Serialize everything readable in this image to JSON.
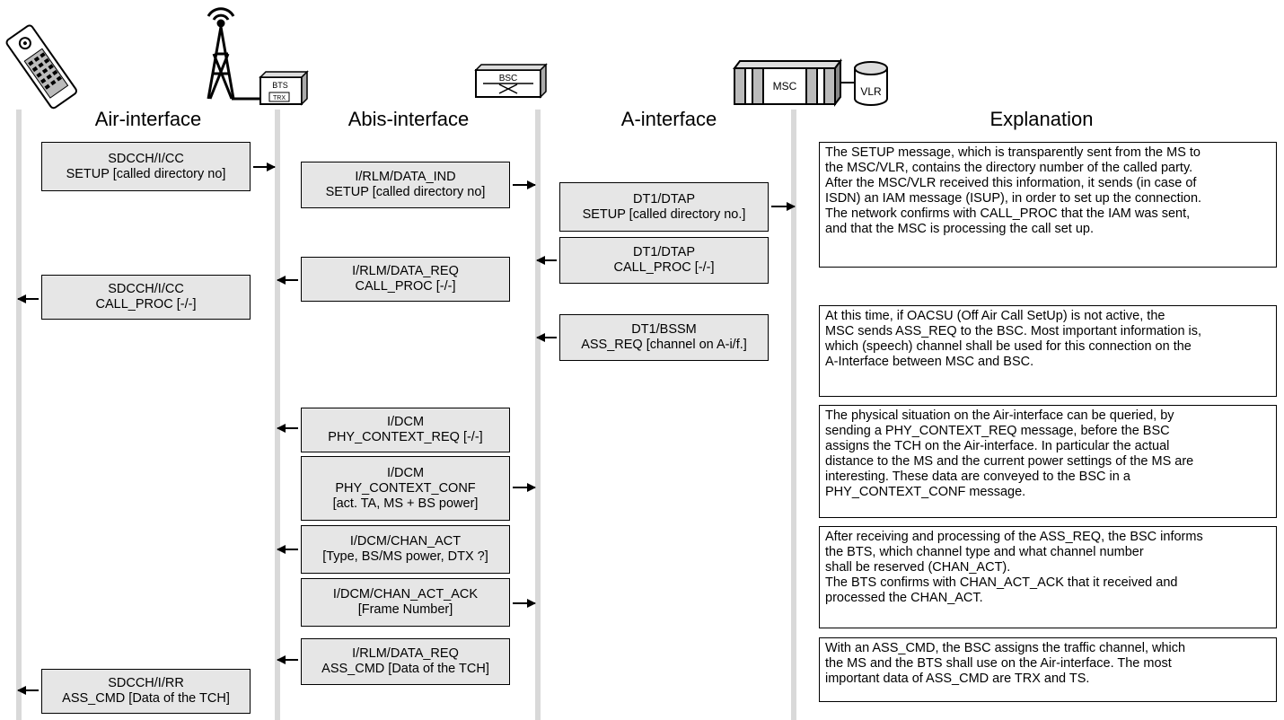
{
  "equipment": {
    "bts_label": "BTS",
    "trx_label": "TRX",
    "bsc_label": "BSC",
    "msc_label": "MSC",
    "vlr_label": "VLR"
  },
  "columns": {
    "air": "Air-interface",
    "abis": "Abis-interface",
    "a": "A-interface",
    "explanation": "Explanation"
  },
  "messages": {
    "air_setup": [
      "SDCCH/I/CC",
      "SETUP [called directory no]"
    ],
    "abis_setup": [
      "I/RLM/DATA_IND",
      "SETUP [called directory no]"
    ],
    "a_setup": [
      "DT1/DTAP",
      "SETUP [called directory no.]"
    ],
    "a_callproc": [
      "DT1/DTAP",
      "CALL_PROC [-/-]"
    ],
    "abis_callproc": [
      "I/RLM/DATA_REQ",
      "CALL_PROC [-/-]"
    ],
    "air_callproc": [
      "SDCCH/I/CC",
      "CALL_PROC [-/-]"
    ],
    "a_assreq": [
      "DT1/BSSM",
      "ASS_REQ [channel on A-i/f.]"
    ],
    "abis_phyreq": [
      "I/DCM",
      "PHY_CONTEXT_REQ [-/-]"
    ],
    "abis_phyconf": [
      "I/DCM",
      "PHY_CONTEXT_CONF",
      "[act. TA, MS + BS power]"
    ],
    "abis_chanact": [
      "I/DCM/CHAN_ACT",
      "[Type, BS/MS power, DTX ?]"
    ],
    "abis_chanactack": [
      "I/DCM/CHAN_ACT_ACK",
      "[Frame Number]"
    ],
    "abis_asscmd": [
      "I/RLM/DATA_REQ",
      "ASS_CMD [Data of the TCH]"
    ],
    "air_asscmd": [
      "SDCCH/I/RR",
      "ASS_CMD [Data of the TCH]"
    ]
  },
  "explanations": {
    "setup": [
      "The SETUP message, which is transparently sent from the MS to",
      "the MSC/VLR, contains the directory number of the called party.",
      "After the MSC/VLR received this information, it sends (in case of",
      "ISDN) an IAM message (ISUP), in order to set up the connection.",
      "The network confirms with CALL_PROC that the IAM was sent,",
      "and that the MSC is processing the call set up."
    ],
    "assreq": [
      "At this time, if OACSU (Off Air Call SetUp) is not active, the",
      "MSC sends ASS_REQ to the BSC. Most important information is,",
      "which (speech) channel shall be used for this connection on the",
      "A-Interface between MSC and BSC."
    ],
    "phy": [
      "The physical situation on the Air-interface can be queried, by",
      "sending a PHY_CONTEXT_REQ message, before the BSC",
      "assigns the TCH on the Air-interface. In particular the actual",
      "distance to the MS and the current power settings of the MS are",
      "interesting. These data are conveyed to the BSC in a",
      "PHY_CONTEXT_CONF message."
    ],
    "chanact": [
      "After receiving and processing of the ASS_REQ, the BSC informs",
      "the BTS, which channel type and what channel number",
      "shall be reserved (CHAN_ACT).",
      "The BTS confirms with CHAN_ACT_ACK that it received and",
      "processed the CHAN_ACT."
    ],
    "asscmd": [
      "With an ASS_CMD, the BSC assigns the traffic channel, which",
      "the  MS and the BTS shall use on the Air-interface. The most",
      "important data of ASS_CMD are TRX and TS."
    ]
  }
}
